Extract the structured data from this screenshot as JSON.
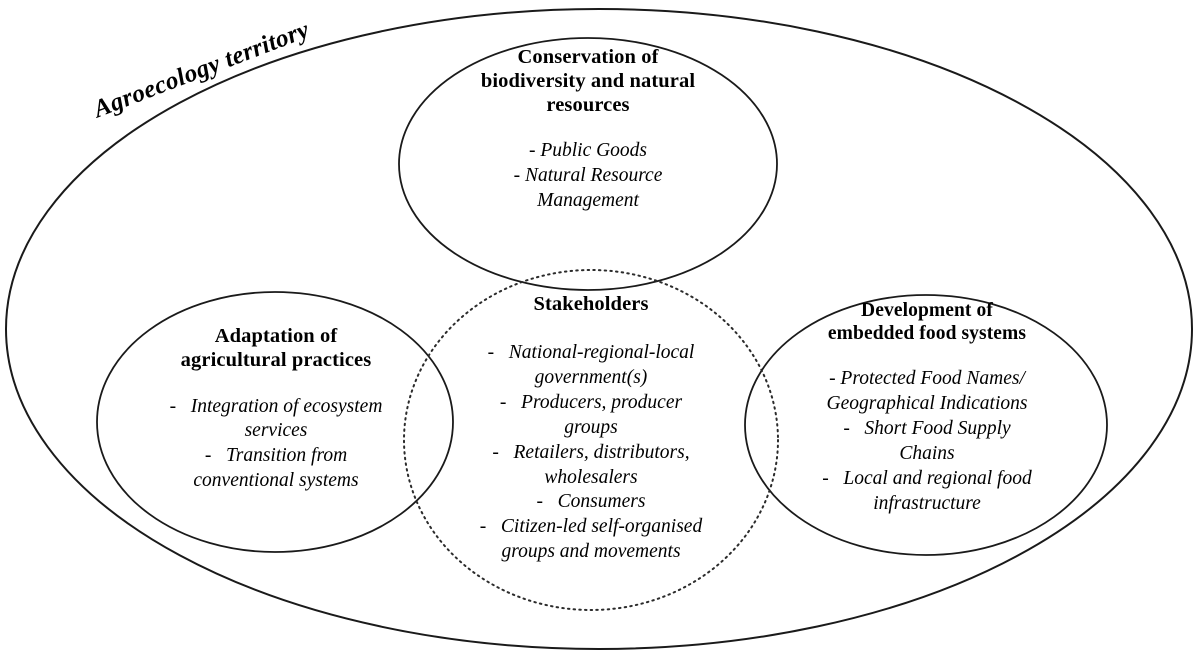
{
  "figure": {
    "type": "venn-concept-diagram",
    "container_label": "Agroecology territory"
  },
  "groups": {
    "conservation": {
      "title_line1": "Conservation of",
      "title_line2": "biodiversity and natural",
      "title_line3": "resources",
      "items": [
        "- Public Goods",
        "- Natural Resource\nManagement"
      ]
    },
    "adaptation": {
      "title_line1": "Adaptation of",
      "title_line2": "agricultural practices",
      "items": [
        "-   Integration of ecosystem\nservices",
        "-   Transition from\nconventional systems"
      ]
    },
    "stakeholders": {
      "title_line1": "Stakeholders",
      "items": [
        "-   National-regional-local\ngovernment(s)",
        "-   Producers, producer\ngroups",
        "-   Retailers, distributors,\nwholesalers",
        "-   Consumers",
        "-   Citizen-led self-organised\ngroups and movements"
      ]
    },
    "embedded": {
      "title_line1": "Development of",
      "title_line2": "embedded food systems",
      "items": [
        "- Protected Food Names/\nGeographical Indications",
        "-   Short Food Supply\nChains",
        "-   Local and regional food\ninfrastructure"
      ]
    }
  },
  "colors": {
    "stroke": "#1a1a1a",
    "dotted_stroke": "#2b2b2b",
    "background": "#ffffff",
    "text": "#000000"
  }
}
